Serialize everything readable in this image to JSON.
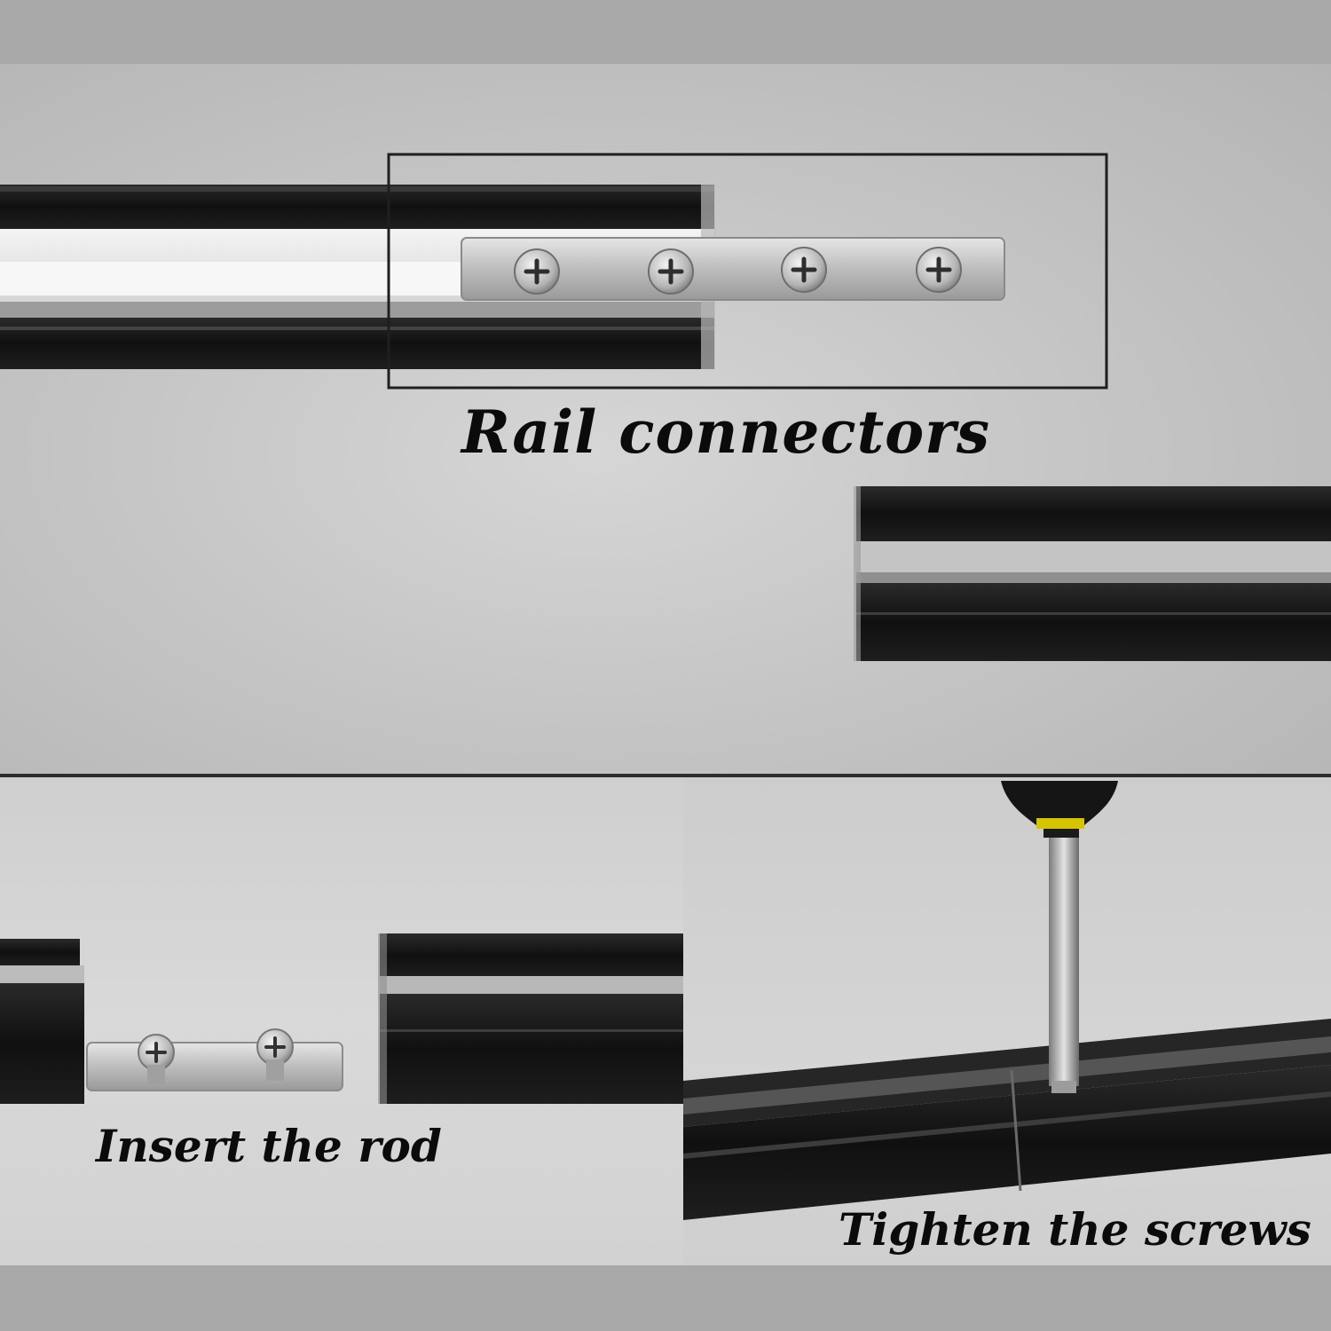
{
  "captions": {
    "rail_connectors": "Rail connectors",
    "insert_rod": "Insert the rod",
    "tighten_screws": "Tighten the screws"
  },
  "colors": {
    "rail": "#141414",
    "metal": "#c9c9c9",
    "background": "#cfcfcf",
    "frame": "#222222"
  }
}
